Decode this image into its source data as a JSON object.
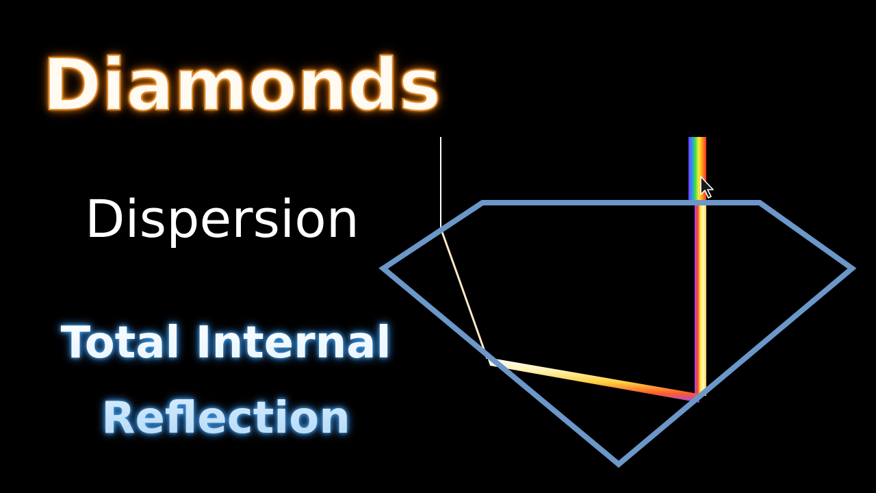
{
  "title": "Diamonds",
  "subtitle": "Dispersion",
  "tir": {
    "line1": "Total Internal",
    "line2": "Reflection"
  },
  "colors": {
    "background": "#000000",
    "title_glow": "#e08b2a",
    "tir_glow": "#4aa3e8",
    "diamond_outline": "#6b97c9",
    "white_ray": "#ffffff",
    "spectrum": [
      "#ff2a2a",
      "#ff9a1a",
      "#ffee33",
      "#3ddc4a",
      "#2a8cff",
      "#7a3cff"
    ]
  },
  "icons": [
    "cursor-arrow-icon"
  ]
}
